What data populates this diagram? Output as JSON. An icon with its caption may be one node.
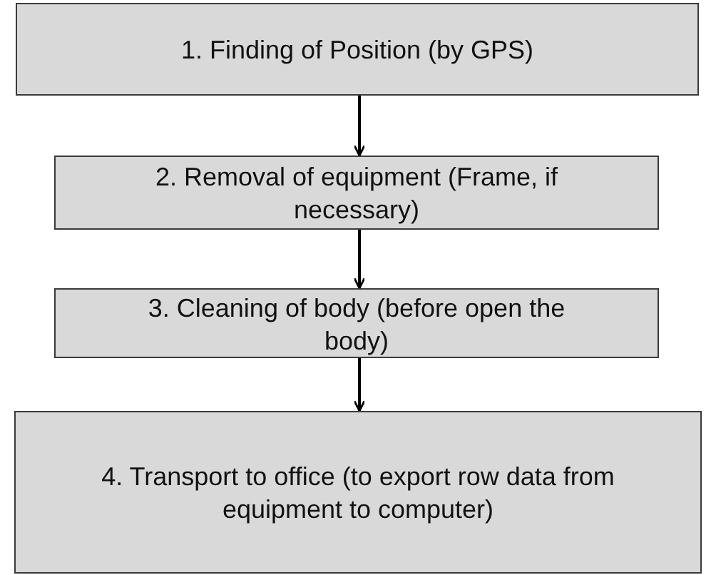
{
  "diagram": {
    "nodes": [
      {
        "text": [
          "1. Finding of Position (by GPS)"
        ]
      },
      {
        "text": [
          "2. Removal of equipment (Frame, if necessary)"
        ]
      },
      {
        "text": [
          "3. Cleaning of body (before open the body)"
        ]
      },
      {
        "text": [
          "4. Transport to office (to export row data from equipment to computer)"
        ]
      }
    ],
    "edges": [
      {
        "from": 0,
        "to": 1,
        "arrow": "to"
      },
      {
        "from": 1,
        "to": 2,
        "arrow": "to"
      },
      {
        "from": 2,
        "to": 3,
        "arrow": "to"
      }
    ]
  }
}
